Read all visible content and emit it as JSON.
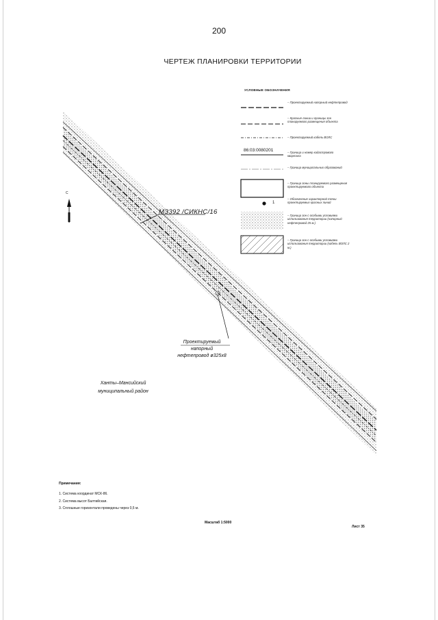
{
  "page_number": "200",
  "title": "ЧЕРТЕЖ ПЛАНИРОВКИ ТЕРРИТОРИИ",
  "legend": {
    "heading": "УСЛОВНЫЕ ОБОЗНАЧЕНИЯ",
    "items": [
      "– Проектируемый напорный нефтепровод",
      "– Красные линии и границы зон планируемого размещения объекта",
      "– Проектируемый кабель ВОЛС",
      "– Граница и номер кадастрового квартала",
      "– Граница муниципальных образований",
      "– Граница зоны планируемого размещения проектируемого объекта",
      "– Обозначение характерной точки проектируемых красных линий",
      "– Граница зон с особыми условиями использования территории (напорный нефтепровод 25 м.)",
      "– Граница зон с особыми условиями использования территории (кабель ВОЛС 2 м.)"
    ],
    "cadastral_code": "86:03:0080201",
    "point_number": "1"
  },
  "map_labels": {
    "pipeline_name": "МЗ392 /СИКНС/16",
    "projected_line1": "Проектируемый",
    "projected_line2": "напорный",
    "projected_line3": "нефтепровод ø325х8",
    "district_line1": "Ханты–Мансийский",
    "district_line2": "муниципальный район",
    "north": "С"
  },
  "notes": {
    "heading": "Примечания:",
    "items": [
      "1.  Система координат МСК-86.",
      "2.  Система высот Балтийская.",
      "3.  Сплошные горизонтали проведены через 0,5 м."
    ]
  },
  "scale": "Масштаб 1:5000",
  "sheet": "Лист 35",
  "colors": {
    "line": "#111111",
    "hatch": "#9a9a9a",
    "paper": "#ffffff"
  }
}
